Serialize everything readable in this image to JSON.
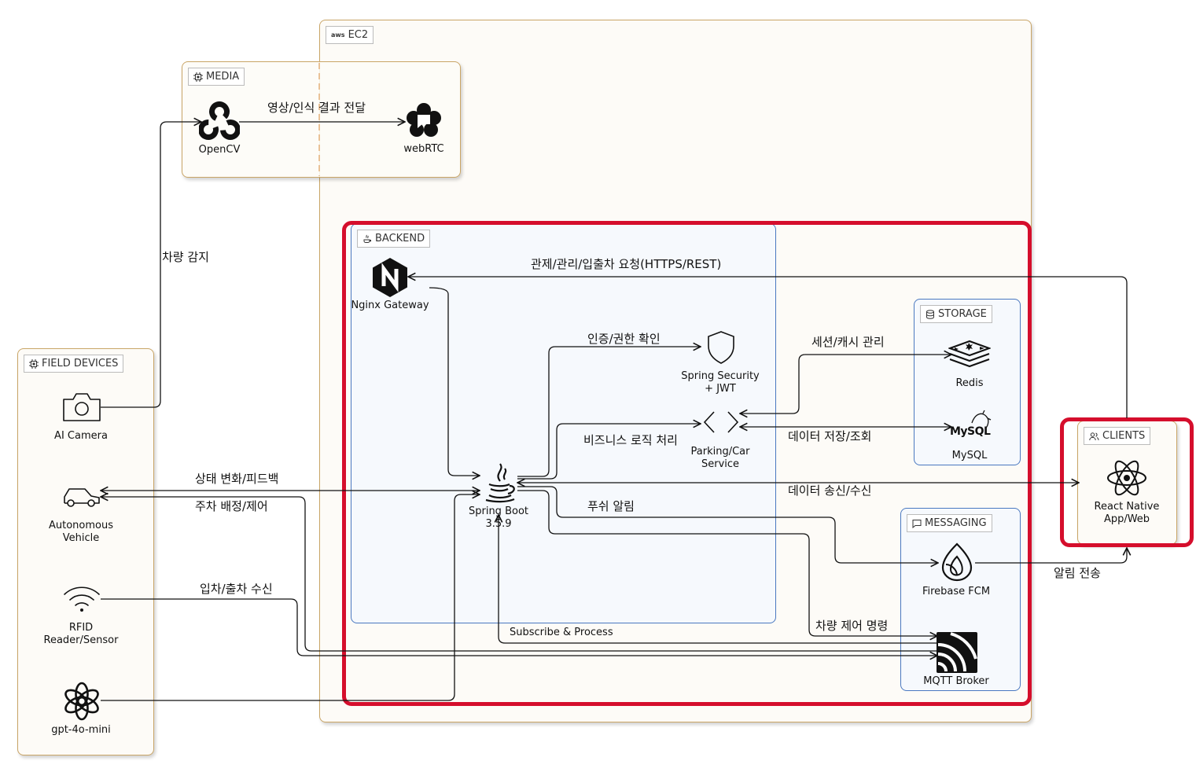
{
  "groups": {
    "ec2": "EC2",
    "ec2_badge": "aws",
    "media": "MEDIA",
    "backend": "BACKEND",
    "storage": "STORAGE",
    "messaging": "MESSAGING",
    "clients": "CLIENTS",
    "field_devices": "FIELD DEVICES"
  },
  "nodes": {
    "opencv": "OpenCV",
    "webrtc": "webRTC",
    "nginx": "Nginx Gateway",
    "spring_security_l1": "Spring Security",
    "spring_security_l2": "+ JWT",
    "parking_l1": "Parking/Car",
    "parking_l2": "Service",
    "spring_boot_l1": "Spring Boot",
    "spring_boot_l2": "3.5.9",
    "redis": "Redis",
    "mysql": "MySQL",
    "mysql_logo": "MySQL",
    "firebase": "Firebase FCM",
    "mqtt": "MQTT Broker",
    "react_l1": "React Native",
    "react_l2": "App/Web",
    "ai_camera": "AI Camera",
    "vehicle_l1": "Autonomous",
    "vehicle_l2": "Vehicle",
    "rfid_l1": "RFID",
    "rfid_l2": "Reader/Sensor",
    "gpt": "gpt-4o-mini"
  },
  "edges": {
    "media_transfer": "영상/인식 결과 전달",
    "vehicle_detect": "차량 감지",
    "control_request": "관제/관리/입출차 요청(HTTPS/REST)",
    "auth_check": "인증/권한 확인",
    "session_cache": "세션/캐시 관리",
    "business_logic": "비즈니스 로직 처리",
    "data_store": "데이터 저장/조회",
    "state_feedback": "상태 변화/피드백",
    "parking_assign": "주차 배정/제어",
    "data_tx": "데이터 송신/수신",
    "push_alert": "푸쉬 알림",
    "alert_send": "알림 전송",
    "entry_exit": "입차/출차 수신",
    "vehicle_cmd": "차량 제어 명령",
    "subscribe": "Subscribe & Process"
  },
  "colors": {
    "warm_border": "#c9a566",
    "blue_border": "#4a78c0",
    "highlight": "#d50e2c",
    "dashed_line": "#e0a060"
  }
}
